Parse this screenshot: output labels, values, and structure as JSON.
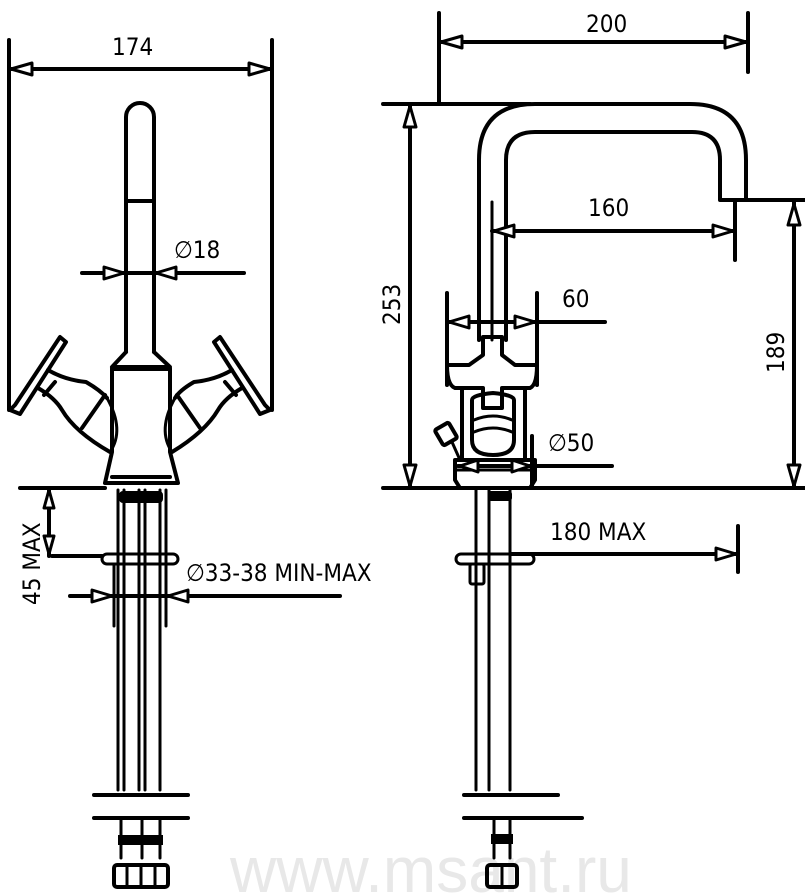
{
  "drawing": {
    "title": "Faucet dimension drawing",
    "front_view": {
      "overall_width": "174",
      "spout_diameter": "∅18",
      "mount_thickness": "45 MAX",
      "hole_diameter": "∅33-38 MIN-MAX"
    },
    "side_view": {
      "spout_reach": "200",
      "spout_inner_reach": "160",
      "handle_width": "60",
      "overall_height": "253",
      "spout_height": "189",
      "base_diameter": "∅50",
      "pop_up_reach": "180 MAX"
    },
    "watermark": "www.msant.ru",
    "colors": {
      "line": "#000000",
      "background": "#ffffff",
      "watermark": "#e8e8e8"
    }
  }
}
